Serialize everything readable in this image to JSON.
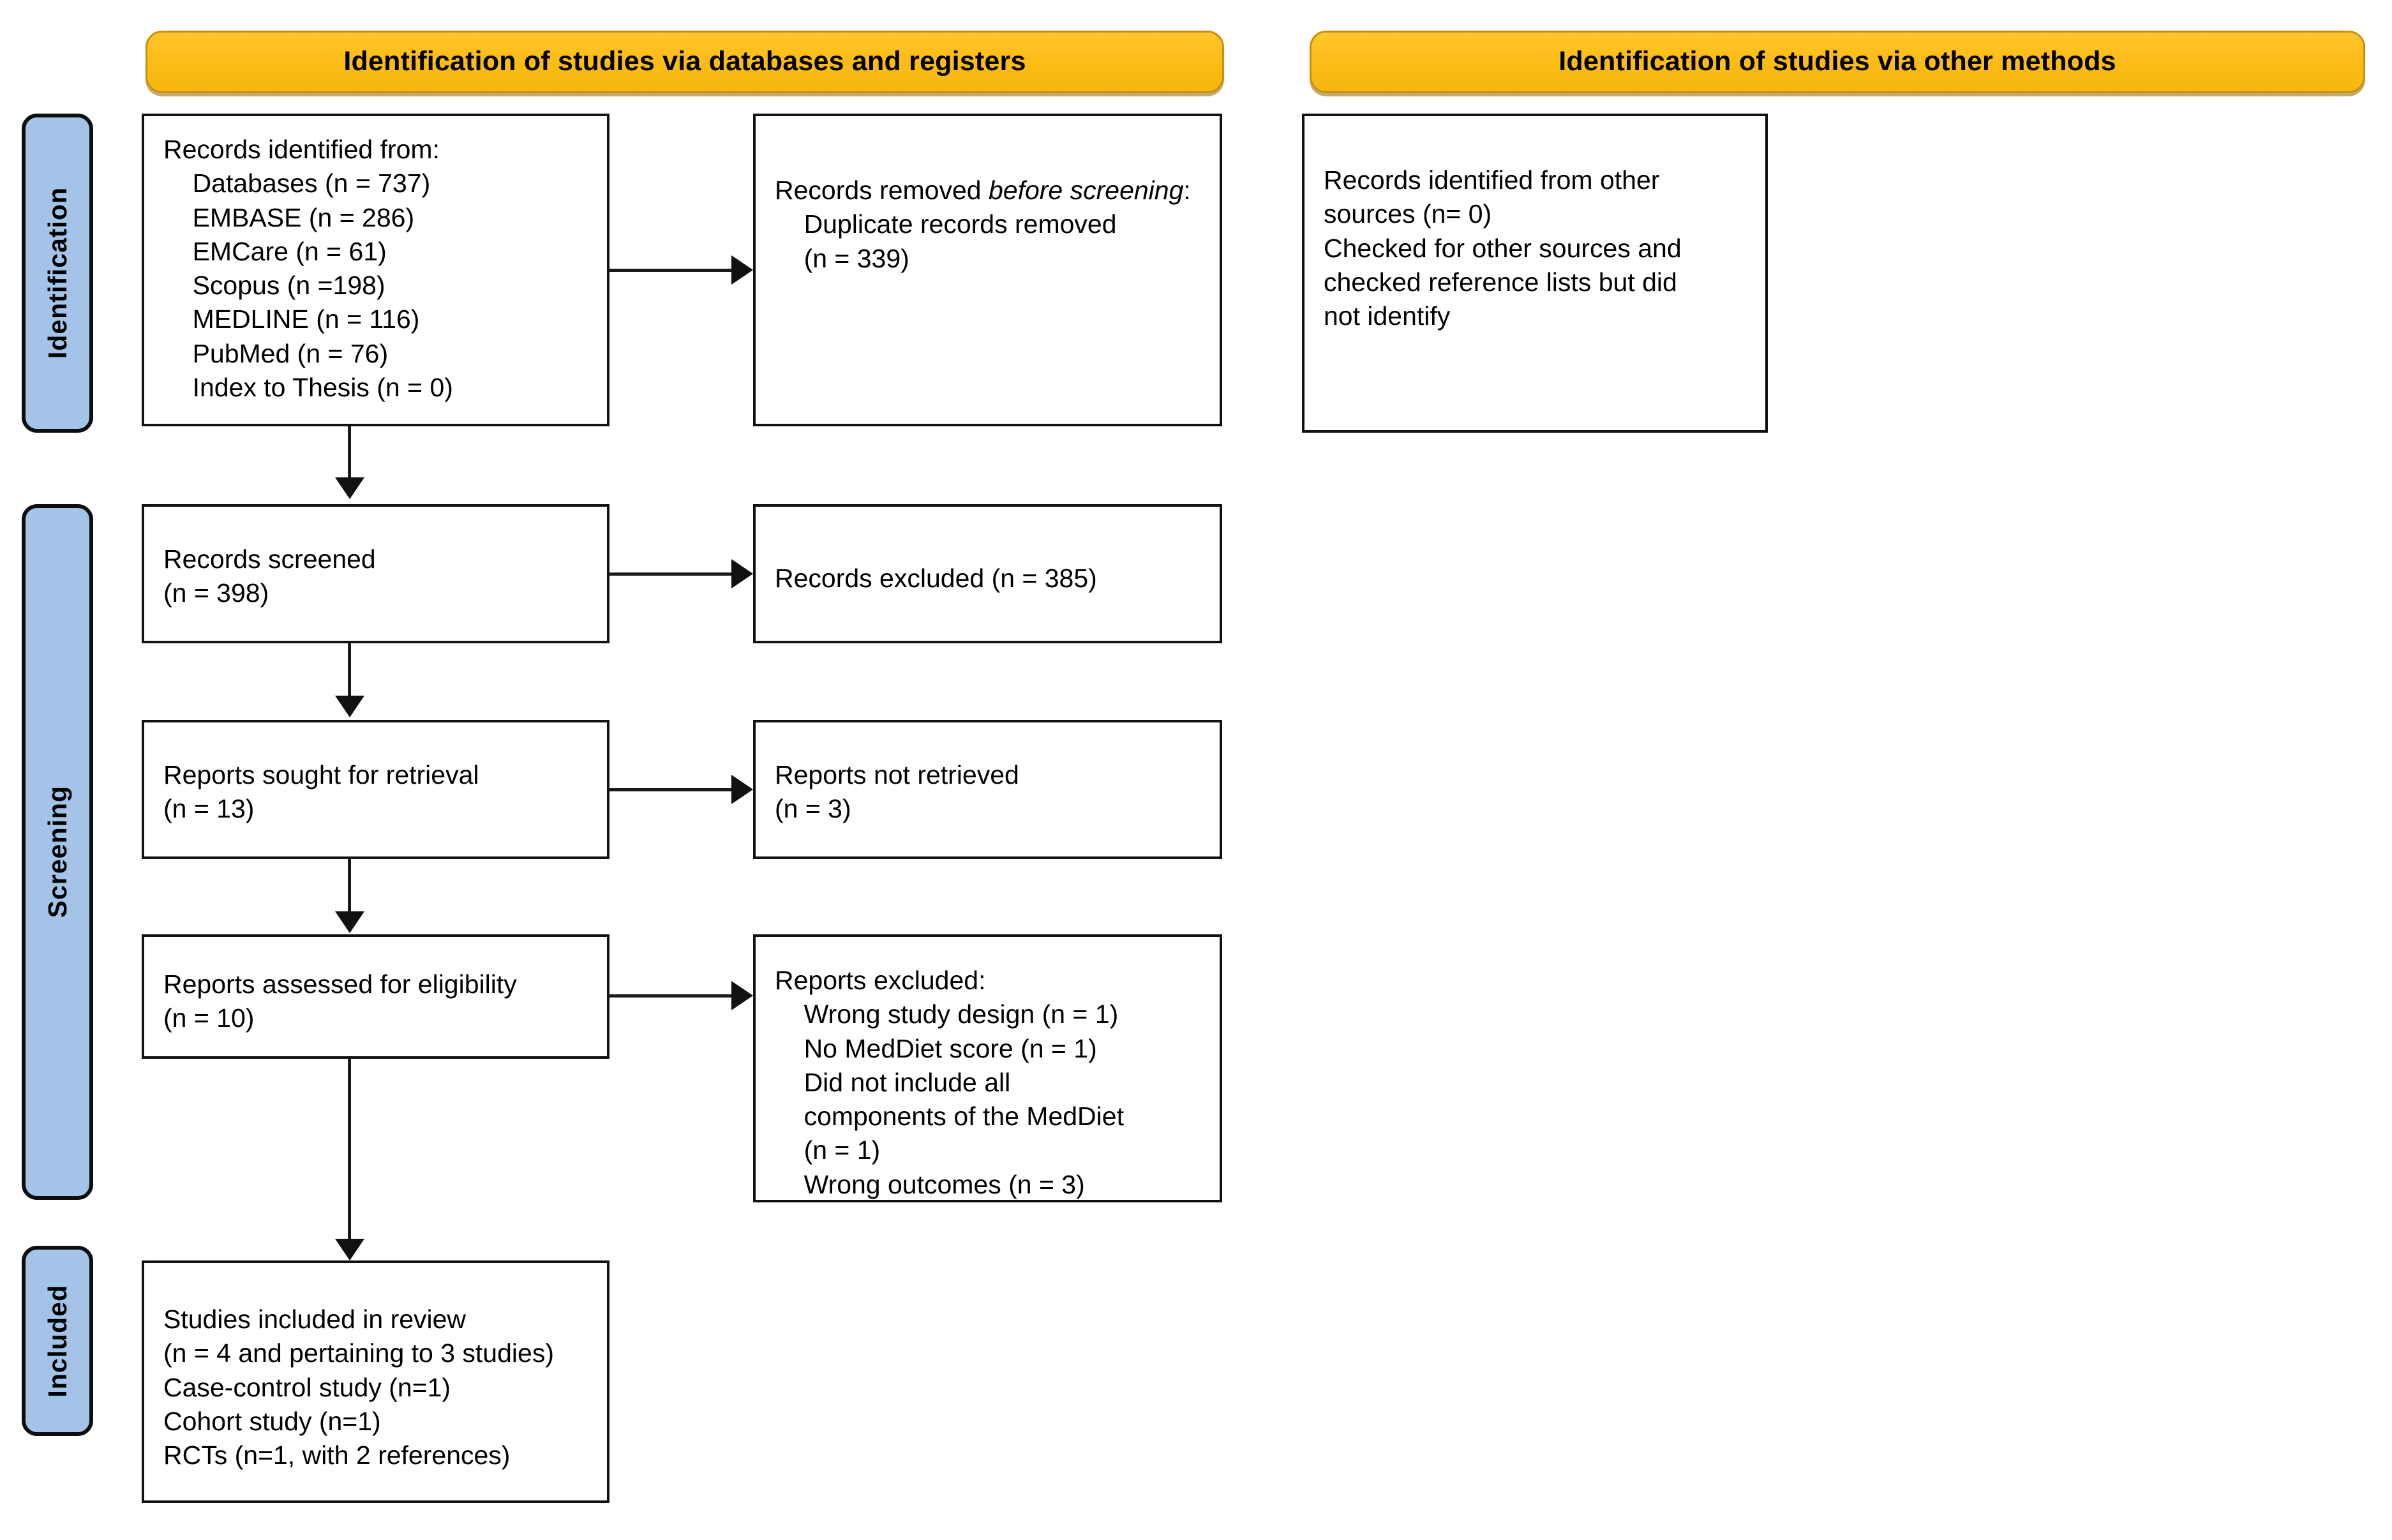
{
  "diagram": {
    "title": "PRISMA 2020 flow diagram",
    "colors": {
      "banner_fill": "#FDBF2D",
      "banner_border": "#C8900B",
      "rail_fill": "#A3C4E8",
      "rail_border": "#0D0D0D",
      "node_border": "#111111",
      "connector": "#1a1a1a",
      "text": "#000000",
      "background": "#ffffff"
    }
  },
  "banners": [
    {
      "id": "banner-databases",
      "label": "Identification of studies via databases and registers"
    },
    {
      "id": "banner-other",
      "label": "Identification of studies via other methods"
    }
  ],
  "rails": [
    {
      "id": "rail-identification",
      "label": "Identification"
    },
    {
      "id": "rail-screening",
      "label": "Screening"
    },
    {
      "id": "rail-included",
      "label": "Included"
    }
  ],
  "nodes": {
    "records_identified": {
      "name": "records-identified-box",
      "lines": [
        "Records identified from:",
        "    Databases (n = 737)",
        "    EMBASE (n = 286)",
        "    EMCare (n = 61)",
        "    Scopus (n =198)",
        "    MEDLINE (n = 116)",
        "    PubMed (n = 76)",
        "    Index to Thesis (n = 0)"
      ],
      "text": "Records identified from:\n    Databases (n = 737)\n    EMBASE (n = 286)\n    EMCare (n = 61)\n    Scopus (n =198)\n    MEDLINE (n = 116)\n    PubMed (n = 76)\n    Index to Thesis (n = 0)"
    },
    "records_removed": {
      "name": "records-removed-box",
      "prefix": "Records removed ",
      "italic": "before screening",
      "suffix": ":\n    Duplicate records removed\n    (n = 339)",
      "lines": [
        "Records removed before screening:",
        "    Duplicate records removed",
        "    (n = 339)"
      ]
    },
    "other_sources": {
      "name": "other-sources-box",
      "lines": [
        "Records identified from other",
        "sources (n= 0)",
        "Checked for other sources and",
        "checked reference lists but did",
        "not identify"
      ],
      "text": "Records identified from other\nsources (n= 0)\nChecked for other sources and\nchecked reference lists but did\nnot identify"
    },
    "records_screened": {
      "name": "records-screened-box",
      "lines": [
        "Records screened",
        "(n = 398)"
      ],
      "text": "Records screened\n(n = 398)"
    },
    "records_excluded": {
      "name": "records-excluded-box",
      "lines": [
        "Records excluded (n = 385)"
      ],
      "text": "Records excluded (n = 385)"
    },
    "reports_sought": {
      "name": "reports-sought-box",
      "lines": [
        "Reports sought for retrieval",
        "(n = 13)"
      ],
      "text": "Reports sought for retrieval\n(n = 13)"
    },
    "reports_not_retrieved": {
      "name": "reports-not-retrieved-box",
      "lines": [
        "Reports not retrieved",
        "(n = 3)"
      ],
      "text": "Reports not retrieved\n(n = 3)"
    },
    "reports_assessed": {
      "name": "reports-assessed-box",
      "lines": [
        "Reports assessed for eligibility",
        "(n = 10)"
      ],
      "text": "Reports assessed for eligibility\n(n = 10)"
    },
    "reports_excluded": {
      "name": "reports-excluded-box",
      "lines": [
        "Reports excluded:",
        "    Wrong study design (n = 1)",
        "    No MedDiet score (n = 1)",
        "    Did not include all",
        "    components of the MedDiet",
        "    (n = 1)",
        "    Wrong outcomes (n = 3)"
      ],
      "text": "Reports excluded:\n    Wrong study design (n = 1)\n    No MedDiet score (n = 1)\n    Did not include all\n    components of the MedDiet\n    (n = 1)\n    Wrong outcomes (n = 3)"
    },
    "studies_included": {
      "name": "studies-included-box",
      "lines": [
        "Studies included in review",
        "(n = 4 and pertaining to 3 studies)",
        "Case-control study (n=1)",
        "Cohort study (n=1)",
        "RCTs (n=1, with 2 references)"
      ],
      "text": "Studies included in review\n(n = 4 and pertaining to 3 studies)\nCase-control study (n=1)\nCohort study (n=1)\nRCTs (n=1, with 2 references)"
    }
  },
  "chart_data": {
    "type": "diagram",
    "title": "PRISMA 2020 flow diagram",
    "stages": [
      {
        "stage": "Identification",
        "items": [
          {
            "label": "Databases",
            "n": 737
          },
          {
            "label": "EMBASE",
            "n": 286
          },
          {
            "label": "EMCare",
            "n": 61
          },
          {
            "label": "Scopus",
            "n": 198
          },
          {
            "label": "MEDLINE",
            "n": 116
          },
          {
            "label": "PubMed",
            "n": 76
          },
          {
            "label": "Index to Thesis",
            "n": 0
          },
          {
            "label": "Duplicate records removed",
            "n": 339
          },
          {
            "label": "Records identified from other sources",
            "n": 0
          }
        ]
      },
      {
        "stage": "Screening",
        "items": [
          {
            "label": "Records screened",
            "n": 398
          },
          {
            "label": "Records excluded",
            "n": 385
          },
          {
            "label": "Reports sought for retrieval",
            "n": 13
          },
          {
            "label": "Reports not retrieved",
            "n": 3
          },
          {
            "label": "Reports assessed for eligibility",
            "n": 10
          },
          {
            "label": "Reports excluded: Wrong study design",
            "n": 1
          },
          {
            "label": "Reports excluded: No MedDiet score",
            "n": 1
          },
          {
            "label": "Reports excluded: Did not include all components of the MedDiet",
            "n": 1
          },
          {
            "label": "Reports excluded: Wrong outcomes",
            "n": 3
          }
        ]
      },
      {
        "stage": "Included",
        "items": [
          {
            "label": "Studies included in review (reports)",
            "n": 4
          },
          {
            "label": "Pertaining to studies",
            "n": 3
          },
          {
            "label": "Case-control study",
            "n": 1
          },
          {
            "label": "Cohort study",
            "n": 1
          },
          {
            "label": "RCTs (with 2 references)",
            "n": 1
          }
        ]
      }
    ]
  }
}
